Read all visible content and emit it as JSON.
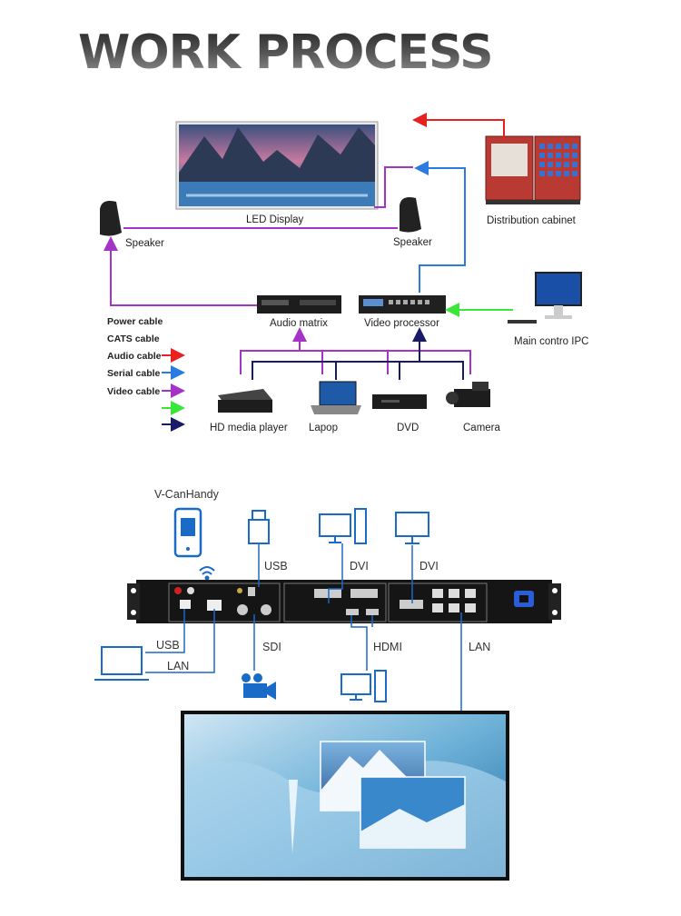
{
  "title": "WORK PROCESS",
  "top_diagram": {
    "labels": {
      "led_display": "LED  Display",
      "distribution_cabinet": "Distribution cabinet",
      "speaker_left": "Speaker",
      "speaker_right": "Speaker",
      "audio_matrix": "Audio matrix",
      "video_processor": "Video processor",
      "main_control": "Main contro IPC",
      "hd_media_player": "HD media player",
      "laptop": "Lapop",
      "dvd": "DVD",
      "camera": "Camera"
    },
    "legend": [
      {
        "label": "Power cable",
        "color": "#e82020"
      },
      {
        "label": "CATS cable",
        "color": "#2a7be0"
      },
      {
        "label": "Audio cable",
        "color": "#a633c8"
      },
      {
        "label": "Serial cable",
        "color": "#39e639"
      },
      {
        "label": "Video cable",
        "color": "#1a1a66"
      }
    ]
  },
  "bottom_diagram": {
    "labels": {
      "app": "V-CanHandy",
      "usb_top": "USB",
      "dvi_1": "DVI",
      "dvi_2": "DVI",
      "usb_bottom": "USB",
      "lan_left": "LAN",
      "sdi": "SDI",
      "hdmi": "HDMI",
      "lan_right": "LAN"
    }
  }
}
